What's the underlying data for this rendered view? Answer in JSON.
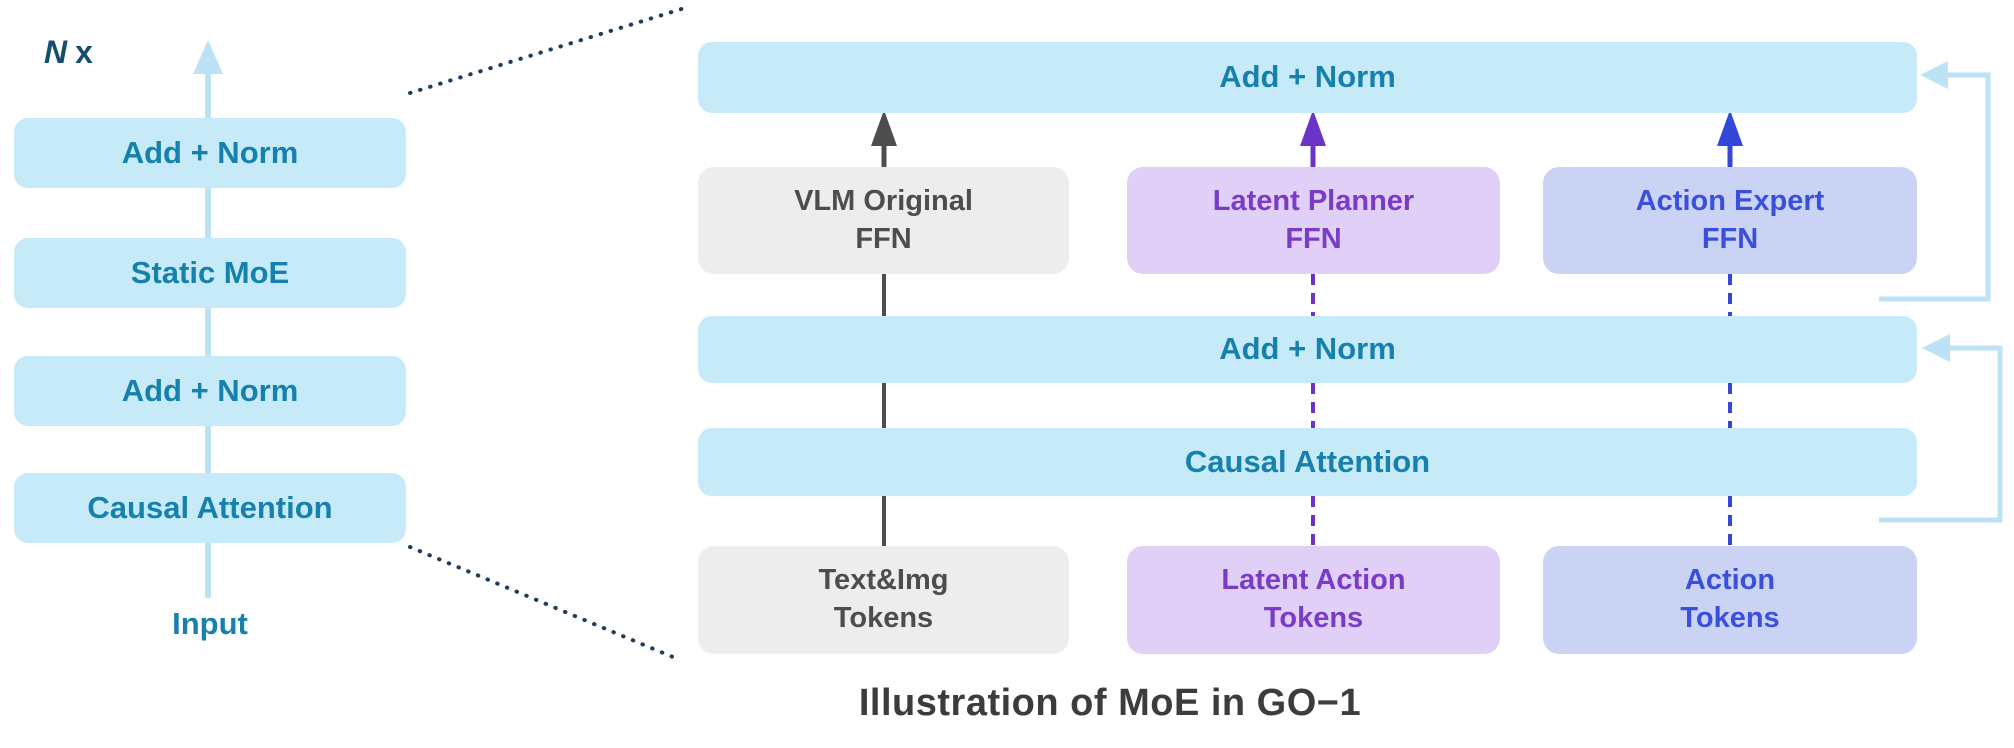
{
  "caption": "Illustration of MoE in GO−1",
  "left_stack": {
    "multiplier_n": "N",
    "multiplier_x": "x",
    "blocks": [
      "Add + Norm",
      "Static MoE",
      "Add + Norm",
      "Causal Attention"
    ],
    "input_label": "Input"
  },
  "right_block": {
    "top_bar_label": "Add + Norm",
    "mid_bar_label": "Add + Norm",
    "attention_bar_label": "Causal Attention",
    "experts": [
      "VLM Original\nFFN",
      "Latent Planner\nFFN",
      "Action Expert\nFFN"
    ],
    "tokens": [
      "Text&Img\nTokens",
      "Latent Action\nTokens",
      "Action\nTokens"
    ]
  },
  "colors": {
    "block_fill_blue": "#C7EAF8",
    "block_text_teal": "#1581AC",
    "expert_fill_gray": "#EDEDED",
    "expert_text_gray": "#4D4D4D",
    "expert_fill_purple": "#E0CFF6",
    "expert_text_purple": "#7A3BC6",
    "expert_fill_periwinkle": "#CBD3F5",
    "expert_text_blue": "#3A50DC",
    "arrow_gray": "#4D4D4D",
    "arrow_purple": "#6B33C8",
    "arrow_blue": "#3348D8",
    "residual_light_blue": "#BCE2F5",
    "dotted_connector_navy": "#1D3C5E",
    "caption_text": "#3C3C3C"
  }
}
